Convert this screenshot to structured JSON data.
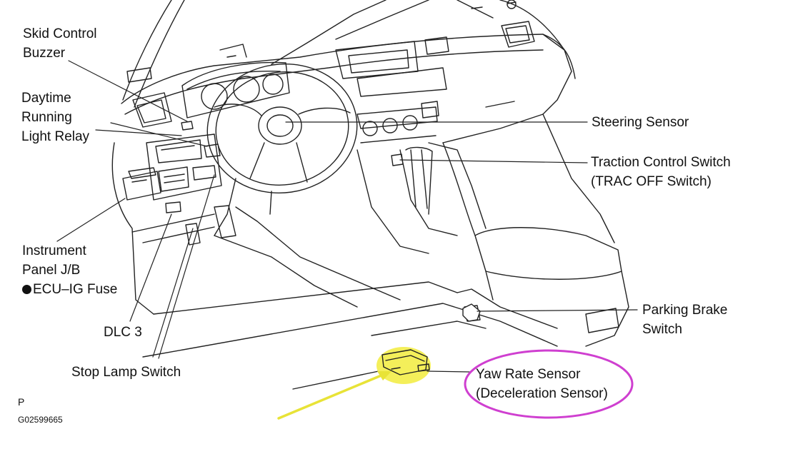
{
  "labels": {
    "skid_control_buzzer": [
      "Skid Control",
      "Buzzer"
    ],
    "daytime_running_light_relay": [
      "Daytime",
      "Running",
      "Light Relay"
    ],
    "instrument_panel_jb": [
      "Instrument",
      "Panel J/B",
      "ECU–IG Fuse"
    ],
    "dlc3": "DLC 3",
    "stop_lamp_switch": "Stop Lamp Switch",
    "steering_sensor": "Steering Sensor",
    "traction_control_switch": [
      "Traction Control Switch",
      "(TRAC OFF Switch)"
    ],
    "parking_brake_switch": [
      "Parking Brake",
      "Switch"
    ],
    "yaw_rate_sensor": [
      "Yaw Rate Sensor",
      "(Deceleration Sensor)"
    ]
  },
  "page_marker": "P",
  "figure_code": "G02599665",
  "colors": {
    "line": "#222222",
    "highlight": "#f4ef5a",
    "arrow": "#e8e337",
    "ellipse": "#cf3fd0"
  }
}
